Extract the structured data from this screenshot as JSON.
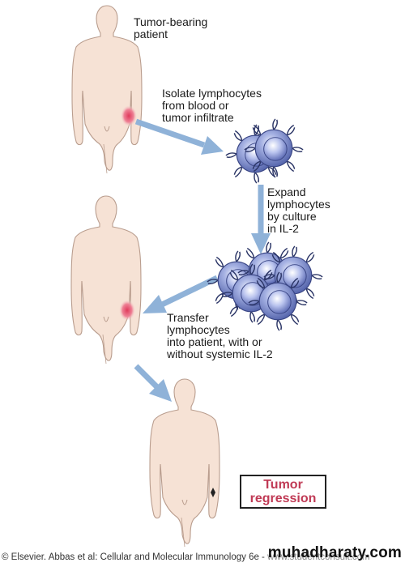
{
  "steps": {
    "patient_label": "Tumor-bearing\npatient",
    "isolate_label": "Isolate lymphocytes\nfrom blood or\ntumor infiltrate",
    "expand_label": "Expand\nlymphocytes\nby culture\nin IL-2",
    "transfer_label": "Transfer\nlymphocytes\ninto patient, with or\nwithout systemic IL-2",
    "result_label": "Tumor\nregression"
  },
  "footer": {
    "credit": "© Elsevier. Abbas et al: Cellular and Molecular Immunology 6e -",
    "url": " www.studentconsult.com",
    "watermark": "muhadharaty.com"
  },
  "colors": {
    "skin": "#f6e2d5",
    "skin_outline": "#b99d8e",
    "arrow": "#8fb2d8",
    "cell": "#6f7fc4",
    "tumor": "#e04c6c",
    "result_text": "#c03a55"
  }
}
